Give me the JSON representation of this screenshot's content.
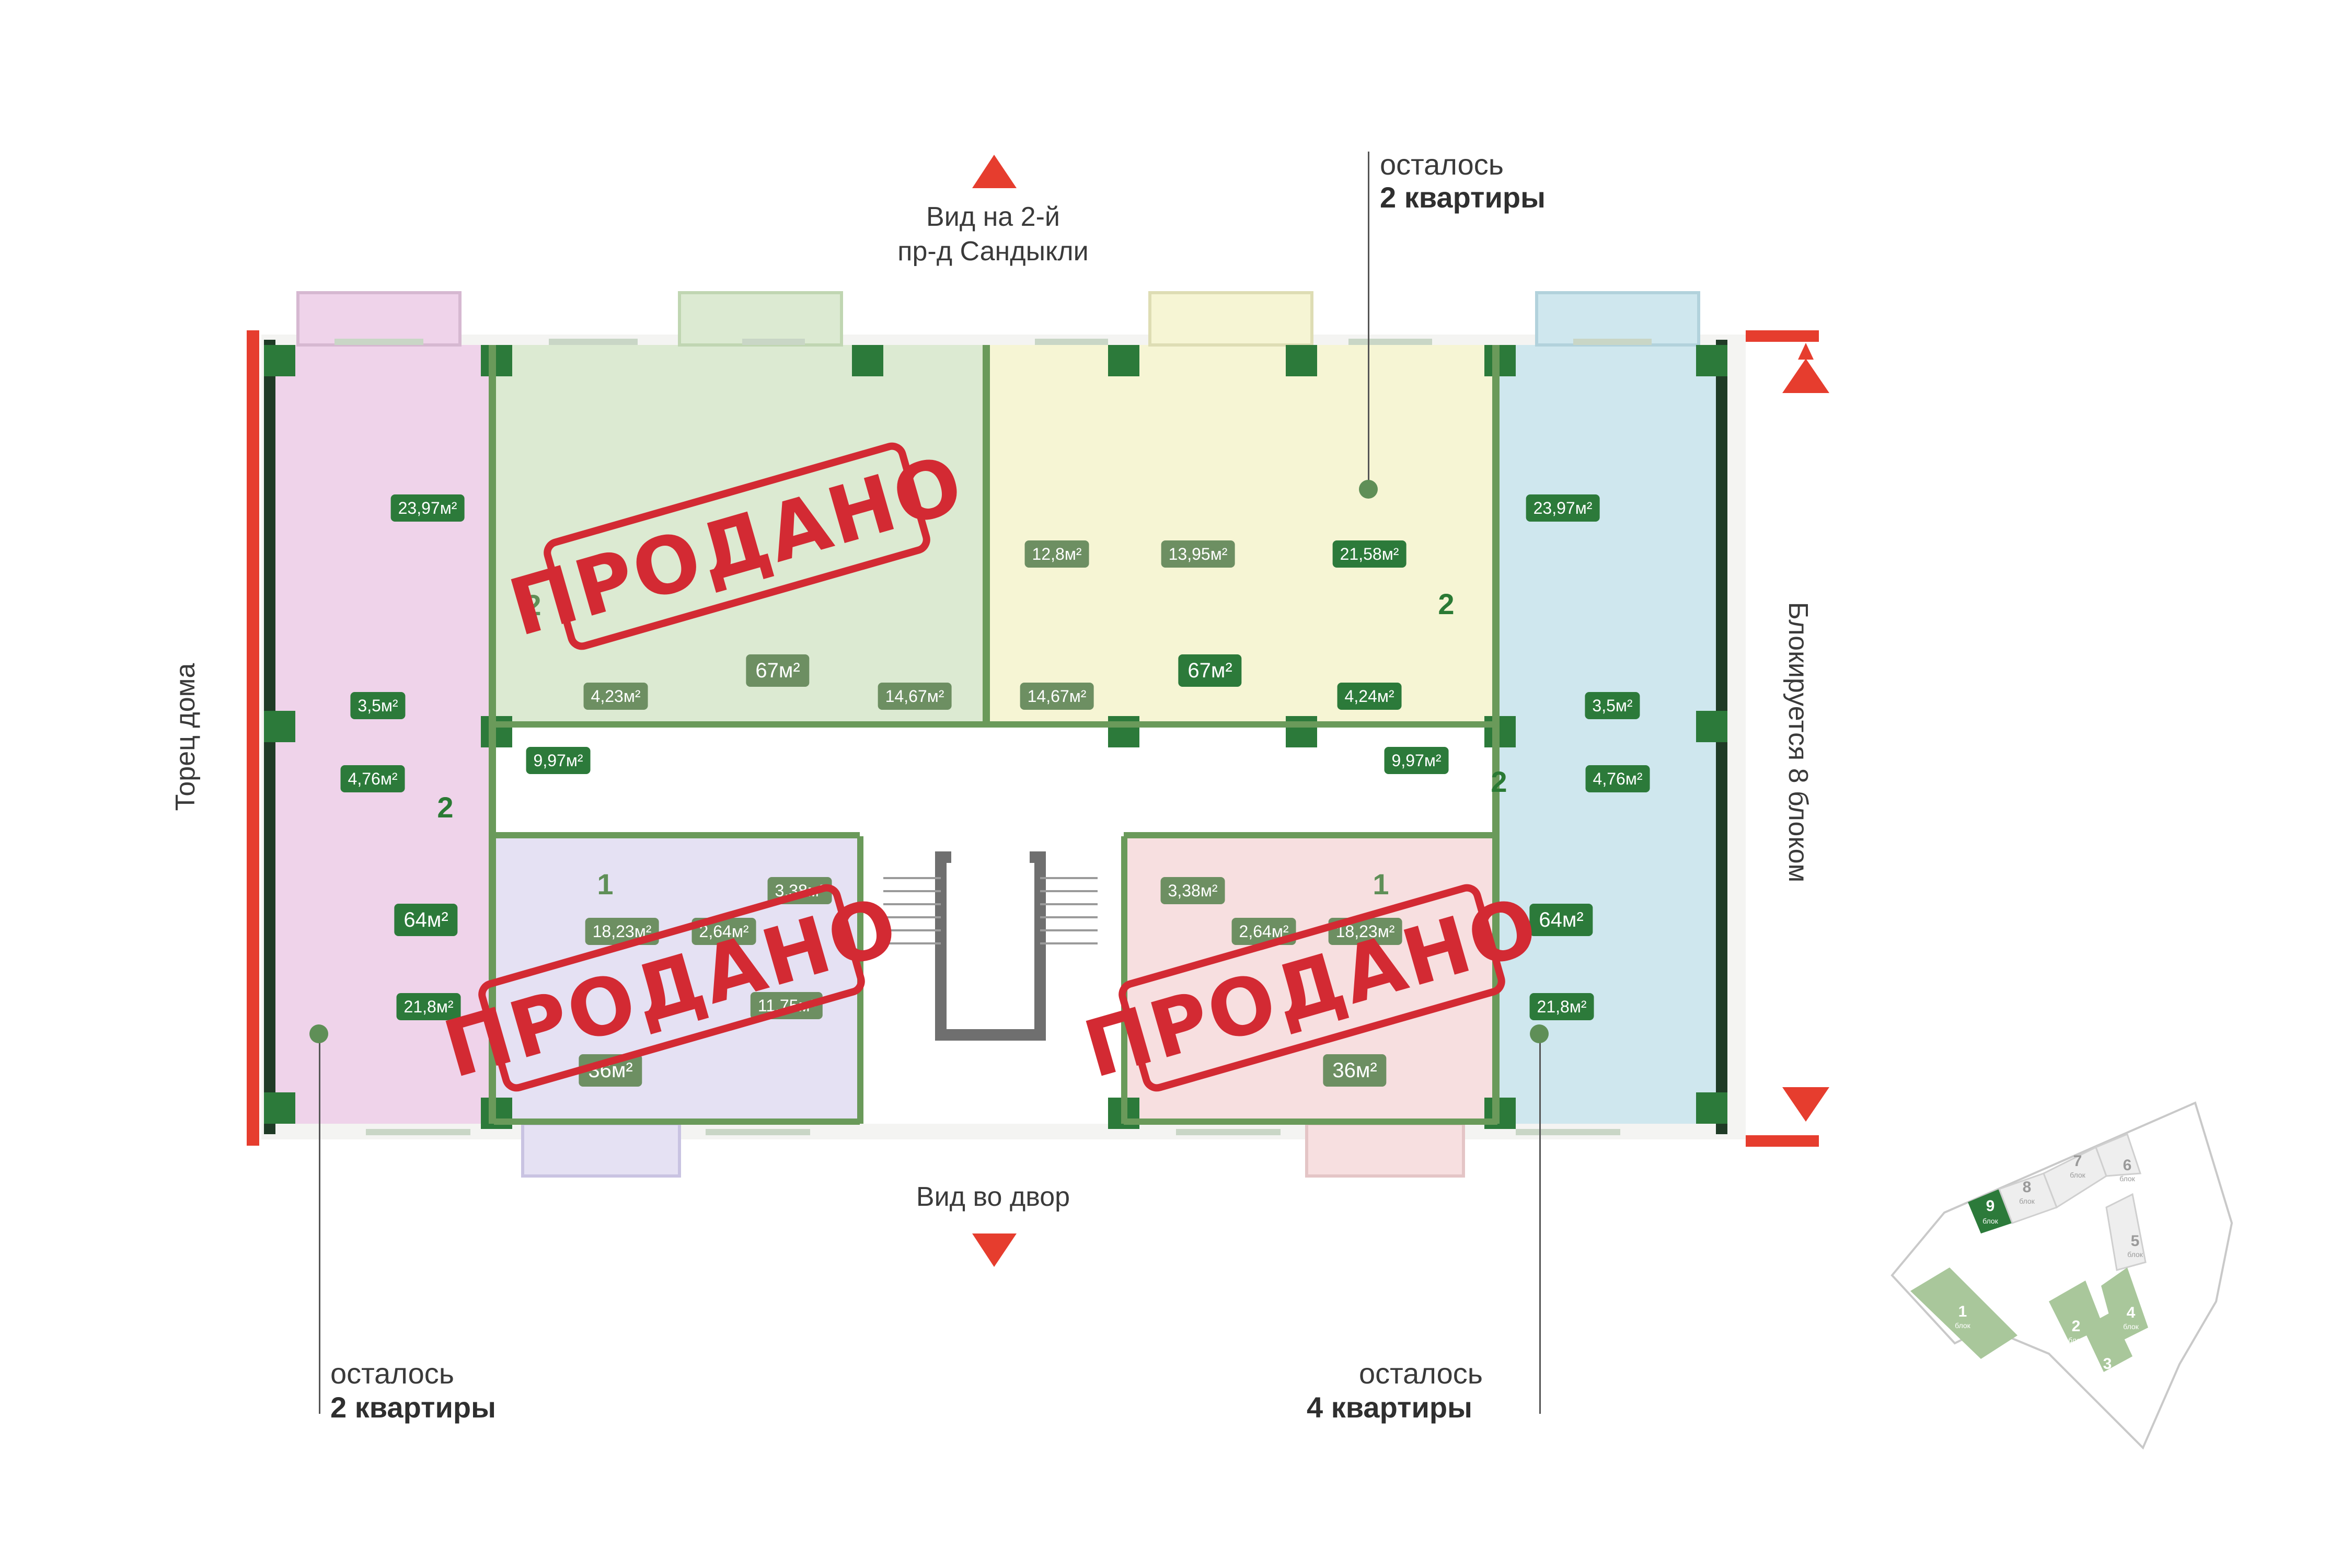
{
  "labels": {
    "view_top": "Вид на 2-й\nпр-д Сандыкли",
    "view_bottom": "Вид во двор",
    "left_side": "Торец дома",
    "right_side": "Блокируется 8 блоком"
  },
  "remaining": {
    "top_right": {
      "line1": "осталось",
      "line2": "2 квартиры"
    },
    "bottom_left": {
      "line1": "осталось",
      "line2": "2 квартиры"
    },
    "bottom_right": {
      "line1": "осталось",
      "line2": "4 квартиры"
    }
  },
  "stamp_text": "ПРОДАНО",
  "apartments": {
    "left_top": {
      "rooms": "2",
      "total": "64м²",
      "areas": [
        "23,97м²",
        "3,5м²",
        "4,76м²",
        "9,97м²",
        "21,8м²"
      ],
      "status": "available"
    },
    "top_left": {
      "rooms": "2",
      "total": "67м²",
      "areas": [
        "4,23м²",
        "14,67м²"
      ],
      "status": "sold"
    },
    "top_right": {
      "rooms": "2",
      "total": "67м²",
      "areas": [
        "12,8м²",
        "13,95м²",
        "21,58м²",
        "14,67м²",
        "4,24м²"
      ],
      "status": "available"
    },
    "right": {
      "rooms": "2",
      "total": "64м²",
      "areas": [
        "23,97м²",
        "3,5м²",
        "9,97м²",
        "4,76м²",
        "21,8м²"
      ],
      "status": "available"
    },
    "bottom_left": {
      "rooms": "1",
      "total": "36м²",
      "areas": [
        "18,23м²",
        "2,64м²",
        "3,38м²",
        "11,75м²"
      ],
      "status": "sold"
    },
    "bottom_right": {
      "rooms": "1",
      "total": "36м²",
      "areas": [
        "3,38м²",
        "2,64м²",
        "18,23м²"
      ],
      "status": "sold"
    }
  },
  "site_map": {
    "blocks": [
      {
        "num": "9",
        "sub": "блок",
        "current": true
      },
      {
        "num": "8",
        "sub": "блок"
      },
      {
        "num": "7",
        "sub": "блок"
      },
      {
        "num": "6",
        "sub": "блок"
      },
      {
        "num": "5",
        "sub": "блок"
      },
      {
        "num": "4",
        "sub": "блок"
      },
      {
        "num": "3",
        "sub": "блок"
      },
      {
        "num": "2",
        "sub": "блок"
      },
      {
        "num": "1",
        "sub": "блок"
      }
    ]
  },
  "colors": {
    "accent_red": "#e63d2e",
    "wall_green": "#2c7a3a",
    "stamp_red": "#d32a33"
  }
}
